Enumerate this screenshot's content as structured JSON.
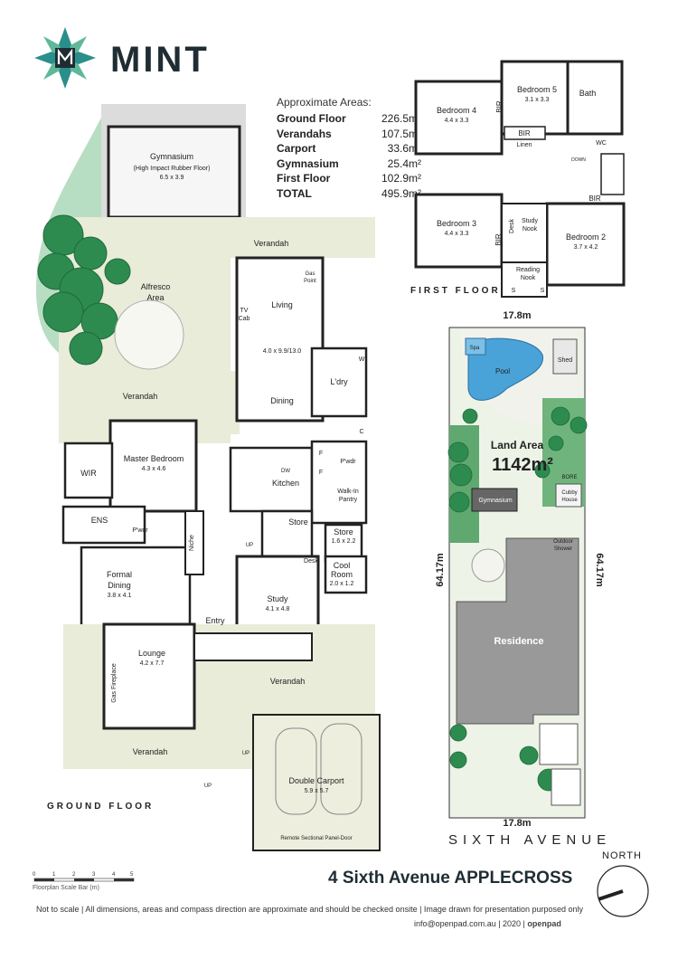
{
  "brand": {
    "name": "MINT"
  },
  "areas": {
    "heading": "Approximate Areas:",
    "rows": [
      {
        "label": "Ground Floor",
        "value": "226.5m²"
      },
      {
        "label": "Verandahs",
        "value": "107.5m²"
      },
      {
        "label": "Carport",
        "value": "33.6m²"
      },
      {
        "label": "Gymnasium",
        "value": "25.4m²"
      },
      {
        "label": "First Floor",
        "value": "102.9m²"
      },
      {
        "label": "TOTAL",
        "value": "495.9m²"
      }
    ]
  },
  "ground_floor": {
    "label": "GROUND FLOOR",
    "rooms": {
      "gym": "Gymnasium",
      "gym_note": "(High Impact Rubber Floor)",
      "gym_dim": "6.5 x 3.9",
      "verandah": "Verandah",
      "alfresco": "Alfresco",
      "alfresco2": "Area",
      "living": "Living",
      "living_dim": "4.0 x 9.9/13.0",
      "gas_point": "Gas",
      "gas_point2": "Point",
      "tv_cab": "TV",
      "tv_cab2": "Cab",
      "dining": "Dining",
      "laundry": "L'dry",
      "w": "W",
      "c": "C",
      "master": "Master Bedroom",
      "master_dim": "4.3 x 4.6",
      "wir": "WIR",
      "ens": "ENS",
      "pwdr": "P'wdr",
      "kitchen": "Kitchen",
      "dw": "DW",
      "f": "F",
      "walkin": "Walk-In",
      "walkin2": "Pantry",
      "niche": "Niche",
      "store": "Store",
      "store2": "Store",
      "store2_dim": "1.6 x 2.2",
      "up": "UP",
      "desk": "Desk",
      "cool_room": "Cool",
      "cool_room2": "Room",
      "cool_dim": "2.0 x 1.2",
      "formal": "Formal",
      "formal2": "Dining",
      "formal_dim": "3.8 x 4.1",
      "study": "Study",
      "study_dim": "4.1 x 4.8",
      "entry": "Entry",
      "lounge": "Lounge",
      "lounge_dim": "4.2 x 7.7",
      "fireplace": "Gas Fireplace",
      "carport": "Double Carport",
      "carport_dim": "5.9 x 5.7",
      "carport_door": "Remote Sectional Panel-Door"
    }
  },
  "first_floor": {
    "label": "FIRST FLOOR",
    "rooms": {
      "bed4": "Bedroom 4",
      "bed4_dim": "4.4 x 3.3",
      "bed5": "Bedroom 5",
      "bed5_dim": "3.1 x 3.3",
      "bath": "Bath",
      "bir": "BIR",
      "linen": "Linen",
      "wc": "WC",
      "down": "DOWN",
      "bed3": "Bedroom 3",
      "bed3_dim": "4.4 x 3.3",
      "desk": "Desk",
      "study_nook": "Study",
      "study_nook2": "Nook",
      "reading": "Reading",
      "reading2": "Nook",
      "bed2": "Bedroom 2",
      "bed2_dim": "3.7 x 4.2",
      "s": "S"
    }
  },
  "site": {
    "width_top": "17.8m",
    "width_bottom": "17.8m",
    "depth": "64.17m",
    "land_area_label": "Land Area",
    "land_area_value": "1142m²",
    "spa": "Spa",
    "pool": "Pool",
    "shed": "Shed",
    "gym": "Gymnasium",
    "bore": "BORE",
    "cubby": "Cubby",
    "cubby2": "House",
    "outdoor": "Outdoor",
    "outdoor2": "Shower",
    "residence": "Residence",
    "street": "SIXTH AVENUE"
  },
  "north": "NORTH",
  "scale": {
    "label": "Floorplan Scale Bar (m)",
    "ticks": [
      "0",
      "1",
      "2",
      "3",
      "4",
      "5"
    ]
  },
  "address": "4 Sixth Avenue APPLECROSS",
  "disclaimer": "Not to scale  |  All dimensions, areas and compass direction are approximate and should be checked onsite  |  Image drawn for presentation purposed only",
  "credit": {
    "text": "info@openpad.com.au  |  2020  |",
    "logo": "openpad"
  },
  "colors": {
    "brand": "#1f2d33",
    "green": "#2f8f4e",
    "verandah": "#e9ecd9",
    "pool": "#4aa3d8"
  }
}
